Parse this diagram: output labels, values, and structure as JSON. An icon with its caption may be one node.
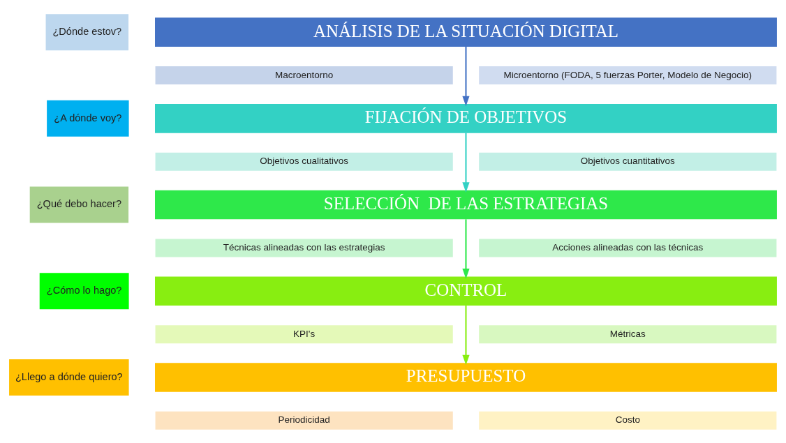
{
  "diagram": {
    "nodes": [
      {
        "text": [
          "¿Dónde estov?"
        ]
      },
      {
        "text": [
          "ANÁLISIS DE LA SITUACIÓN DIGITAL"
        ]
      },
      {
        "text": [
          "Macroentorno"
        ]
      },
      {
        "text": [
          "Microentorno (FODA, 5 fuerzas Porter, Modelo de Negocio)"
        ]
      },
      {
        "text": [
          "¿A dónde voy?"
        ]
      },
      {
        "text": [
          "FIJACIÓN DE OBJETIVOS"
        ]
      },
      {
        "text": [
          "Objetivos cualitativos"
        ]
      },
      {
        "text": [
          "Objetivos cuantitativos"
        ]
      },
      {
        "text": [
          "¿Qué debo hacer?"
        ]
      },
      {
        "text": [
          "SELECCIÓN  DE LAS ESTRATEGIAS"
        ]
      },
      {
        "text": [
          "Técnicas alineadas con las estrategias"
        ]
      },
      {
        "text": [
          "Acciones alineadas con las técnicas"
        ]
      },
      {
        "text": [
          "¿Cómo lo hago?"
        ]
      },
      {
        "text": [
          "CONTROL"
        ]
      },
      {
        "text": [
          "KPI's"
        ]
      },
      {
        "text": [
          "Métricas"
        ]
      },
      {
        "text": [
          "¿Llego a dónde quiero?"
        ]
      },
      {
        "text": [
          "PRESUPUESTO"
        ]
      },
      {
        "text": [
          "Periodicidad"
        ]
      },
      {
        "text": [
          "Costo"
        ]
      }
    ],
    "edges": [
      {
        "from": 1,
        "to": 5,
        "arrow": "to",
        "color": "#4472c4"
      },
      {
        "from": 5,
        "to": 9,
        "arrow": "to",
        "color": "#33d1c4"
      },
      {
        "from": 9,
        "to": 13,
        "arrow": "to",
        "color": "#2ee84a"
      },
      {
        "from": 13,
        "to": 17,
        "arrow": "to",
        "color": "#88ee11"
      }
    ]
  }
}
